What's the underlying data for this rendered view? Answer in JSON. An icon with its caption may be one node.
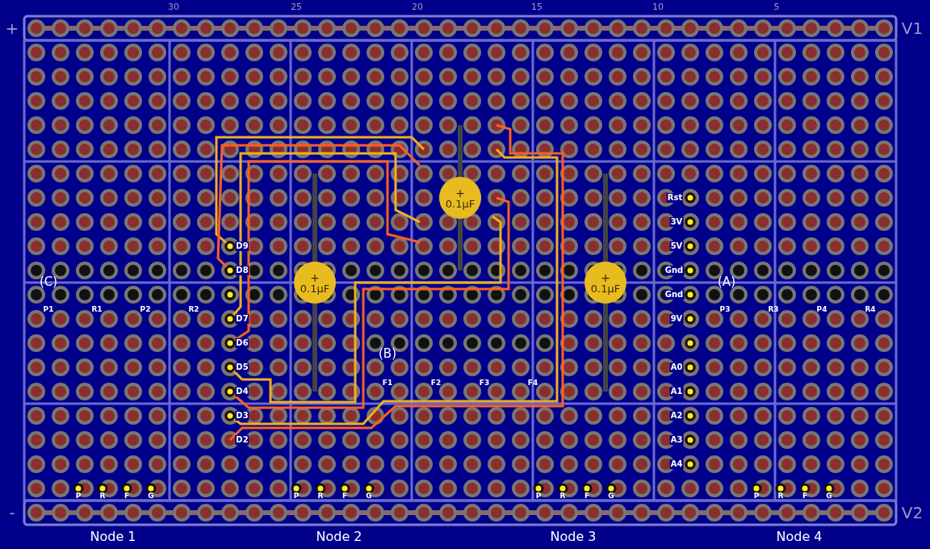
{
  "diagram": {
    "nodes": [
      {
        "text": [
          "+",
          "0.1µF"
        ]
      },
      {
        "text": [
          "+",
          "0.1µF"
        ]
      },
      {
        "text": [
          "+",
          "0.1µF"
        ]
      }
    ],
    "labels": [
      "30",
      "25",
      "20",
      "15",
      "10",
      "5",
      "+",
      "V1",
      "Rst",
      "3V",
      "D9",
      "5V",
      "D8",
      "Gnd",
      "(C)",
      "(A)",
      "Gnd",
      "P1",
      "R1",
      "P2",
      "R2",
      "P3",
      "R3",
      "P4",
      "R4",
      "D7",
      "9V",
      "D6",
      "(B)",
      "D5",
      "A0",
      "F1",
      "F2",
      "F3",
      "F4",
      "D4",
      "A1",
      "D3",
      "A2",
      "D2",
      "A3",
      "A4",
      "P",
      "R",
      "F",
      "G",
      "P",
      "R",
      "F",
      "G",
      "P",
      "R",
      "F",
      "G",
      "P",
      "R",
      "F",
      "G",
      "-",
      "V2",
      "Node 1",
      "Node 2",
      "Node 3",
      "Node 4"
    ]
  }
}
